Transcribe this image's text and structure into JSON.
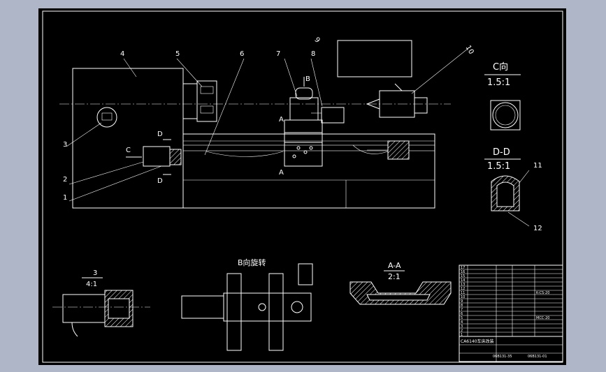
{
  "part_numbers": [
    "1",
    "2",
    "3",
    "4",
    "5",
    "6",
    "7",
    "8",
    "9",
    "10",
    "11",
    "12"
  ],
  "view_labels": {
    "c_view": "C向",
    "c_scale": "1.5:1",
    "dd_view": "D-D",
    "dd_scale": "1.5:1",
    "aa_view": "A-A",
    "aa_scale": "2:1",
    "detail3_num": "3",
    "detail3_scale": "4:1",
    "b_rotate": "B向旋转",
    "arrow_a": "A",
    "arrow_a2": "A",
    "arrow_b": "B",
    "arrow_c": "C",
    "arrow_d": "D",
    "arrow_d2": "D"
  },
  "title_block": {
    "rows": [
      "17",
      "16",
      "15",
      "14",
      "13",
      "12",
      "11",
      "10",
      "9",
      "8",
      "7",
      "6",
      "5",
      "4",
      "3",
      "2",
      "1"
    ],
    "right_code_1": "K-CS-20",
    "right_code_2": "MCC-20",
    "footer_left": "CA6140车床改装",
    "footer_code": "06B131-35",
    "footer_code2": "06B131-01"
  },
  "colors": {
    "background": "#000000",
    "lines": "#ffffff",
    "frame": "#aeb6c7"
  }
}
